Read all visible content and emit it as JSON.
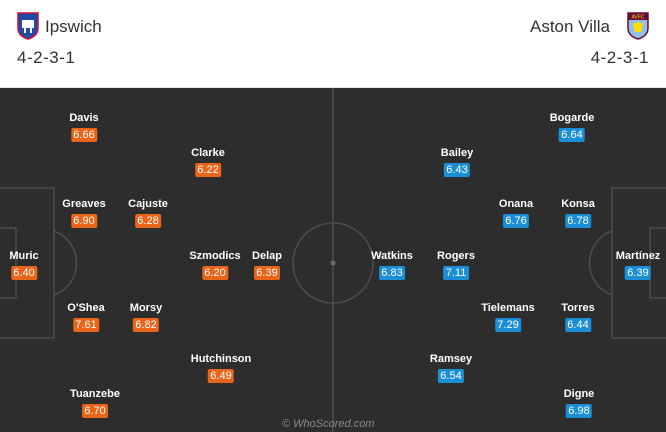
{
  "colors": {
    "home_rating": "#e8651a",
    "away_rating": "#1a8fd6",
    "pitch": "#2d2d2d"
  },
  "home": {
    "name": "Ipswich",
    "formation": "4-2-3-1",
    "crest_icon": "ipswich-crest-icon",
    "players": [
      {
        "name": "Davis",
        "rating": "6.66"
      },
      {
        "name": "Clarke",
        "rating": "6.22"
      },
      {
        "name": "Greaves",
        "rating": "6.90"
      },
      {
        "name": "Cajuste",
        "rating": "6.28"
      },
      {
        "name": "Muric",
        "rating": "6.40"
      },
      {
        "name": "Szmodics",
        "rating": "6.20"
      },
      {
        "name": "Delap",
        "rating": "6.39"
      },
      {
        "name": "O'Shea",
        "rating": "7.61"
      },
      {
        "name": "Morsy",
        "rating": "6.82"
      },
      {
        "name": "Hutchinson",
        "rating": "6.49"
      },
      {
        "name": "Tuanzebe",
        "rating": "6.70"
      }
    ]
  },
  "away": {
    "name": "Aston Villa",
    "formation": "4-2-3-1",
    "crest_icon": "aston-villa-crest-icon",
    "crest_text": "AVFC",
    "players": [
      {
        "name": "Bogarde",
        "rating": "6.64"
      },
      {
        "name": "Bailey",
        "rating": "6.43"
      },
      {
        "name": "Onana",
        "rating": "6.76"
      },
      {
        "name": "Konsa",
        "rating": "6.78"
      },
      {
        "name": "Watkins",
        "rating": "6.83"
      },
      {
        "name": "Rogers",
        "rating": "7.11"
      },
      {
        "name": "Martínez",
        "rating": "6.39"
      },
      {
        "name": "Tielemans",
        "rating": "7.29"
      },
      {
        "name": "Torres",
        "rating": "6.44"
      },
      {
        "name": "Ramsey",
        "rating": "6.54"
      },
      {
        "name": "Digne",
        "rating": "6.98"
      }
    ]
  },
  "watermark": "© WhoScored.com"
}
